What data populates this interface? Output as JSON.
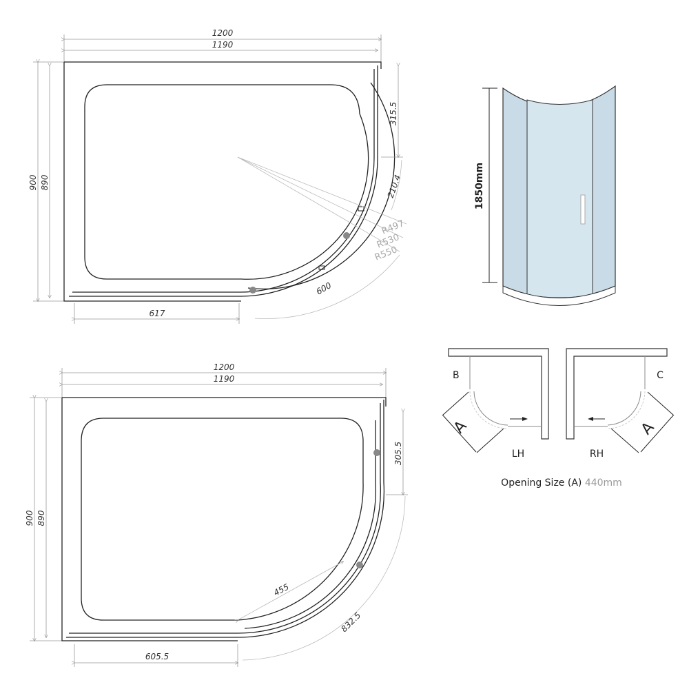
{
  "top_plan": {
    "width_outer": "1200",
    "width_inner": "1190",
    "depth_outer": "900",
    "depth_inner": "890",
    "side_panel": "315.5",
    "arc_segment": "210.4",
    "radii": [
      "R497",
      "R530",
      "R550"
    ],
    "door_arc": "600",
    "return_width": "617"
  },
  "bottom_plan": {
    "width_outer": "1200",
    "width_inner": "1190",
    "depth_outer": "900",
    "depth_inner": "890",
    "side_panel": "305.5",
    "opening": "455",
    "door_arc": "832.5",
    "return_width": "605.5"
  },
  "elevation": {
    "height": "1850mm",
    "glass_color": "#c9dbe6"
  },
  "handing": {
    "left_corner": "B",
    "right_corner": "C",
    "opening_marker": "A",
    "lh_label": "LH",
    "rh_label": "RH",
    "caption_label": "Opening Size (A)",
    "caption_value": "440mm"
  }
}
